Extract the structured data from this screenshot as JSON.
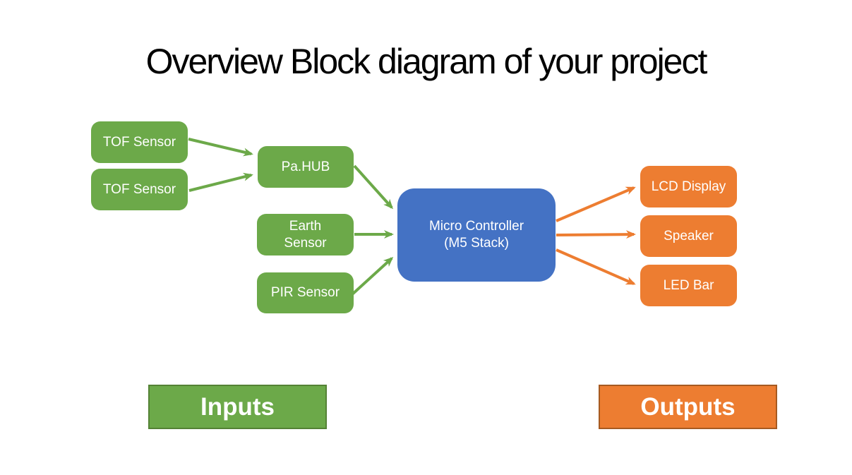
{
  "slide": {
    "title": "Overview Block diagram of your project"
  },
  "colors": {
    "green": "#6CA949",
    "green-dark": "#548235",
    "blue": "#4472C4",
    "orange": "#ED7D31",
    "orange-dark": "#A65A21",
    "white": "#FFFFFF",
    "black": "#000000"
  },
  "nodes": {
    "tof1": {
      "label": "TOF Sensor",
      "role": "input"
    },
    "tof2": {
      "label": "TOF Sensor",
      "role": "input"
    },
    "pahub": {
      "label": "Pa.HUB",
      "role": "hub"
    },
    "earth": {
      "label": "Earth\nSensor",
      "role": "input"
    },
    "pir": {
      "label": "PIR Sensor",
      "role": "input"
    },
    "controller": {
      "label": "Micro Controller\n(M5 Stack)",
      "role": "processor"
    },
    "lcd": {
      "label": "LCD Display",
      "role": "output"
    },
    "speaker": {
      "label": "Speaker",
      "role": "output"
    },
    "led": {
      "label": "LED Bar",
      "role": "output"
    }
  },
  "edges": [
    {
      "from": "tof1",
      "to": "pahub"
    },
    {
      "from": "tof2",
      "to": "pahub"
    },
    {
      "from": "pahub",
      "to": "controller"
    },
    {
      "from": "earth",
      "to": "controller"
    },
    {
      "from": "pir",
      "to": "controller"
    },
    {
      "from": "controller",
      "to": "lcd"
    },
    {
      "from": "controller",
      "to": "speaker"
    },
    {
      "from": "controller",
      "to": "led"
    }
  ],
  "legend": {
    "inputs": "Inputs",
    "outputs": "Outputs"
  }
}
